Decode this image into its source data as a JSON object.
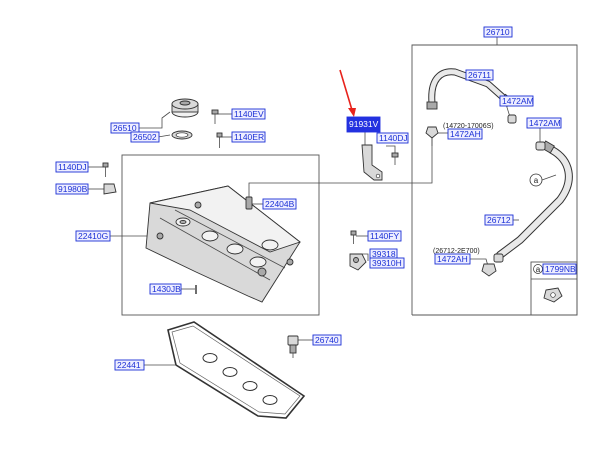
{
  "colors": {
    "tag_border": "#1a2fd6",
    "tag_fill": "#eeeeff",
    "highlight": "#2331e0",
    "arrow": "#e8231c",
    "line": "#4a4a4a"
  },
  "labels": {
    "l26710": "26710",
    "l26711": "26711",
    "l1472AM_a": "1472AM",
    "l1472AM_b": "1472AM",
    "l1472AH_a": "1472AH",
    "l1472AH_b": "1472AH",
    "l26712": "26712",
    "l1799NB": "1799NB",
    "l26510": "26510",
    "l26502": "26502",
    "l1140EV": "1140EV",
    "l1140ER": "1140ER",
    "l91931V": "91931V",
    "l1140DJ_a": "1140DJ",
    "l1140DJ_b": "1140DJ",
    "l91980B": "91980B",
    "l22404B": "22404B",
    "l22410G": "22410G",
    "l1140FY": "1140FY",
    "l39318": "39318",
    "l39310H": "39310H",
    "l1430JB": "1430JB",
    "l26740": "26740",
    "l22441": "22441"
  },
  "notes": {
    "n14720": "(14720-17006S)",
    "n26712": "(26712-2E700)",
    "circle_a": "a"
  }
}
